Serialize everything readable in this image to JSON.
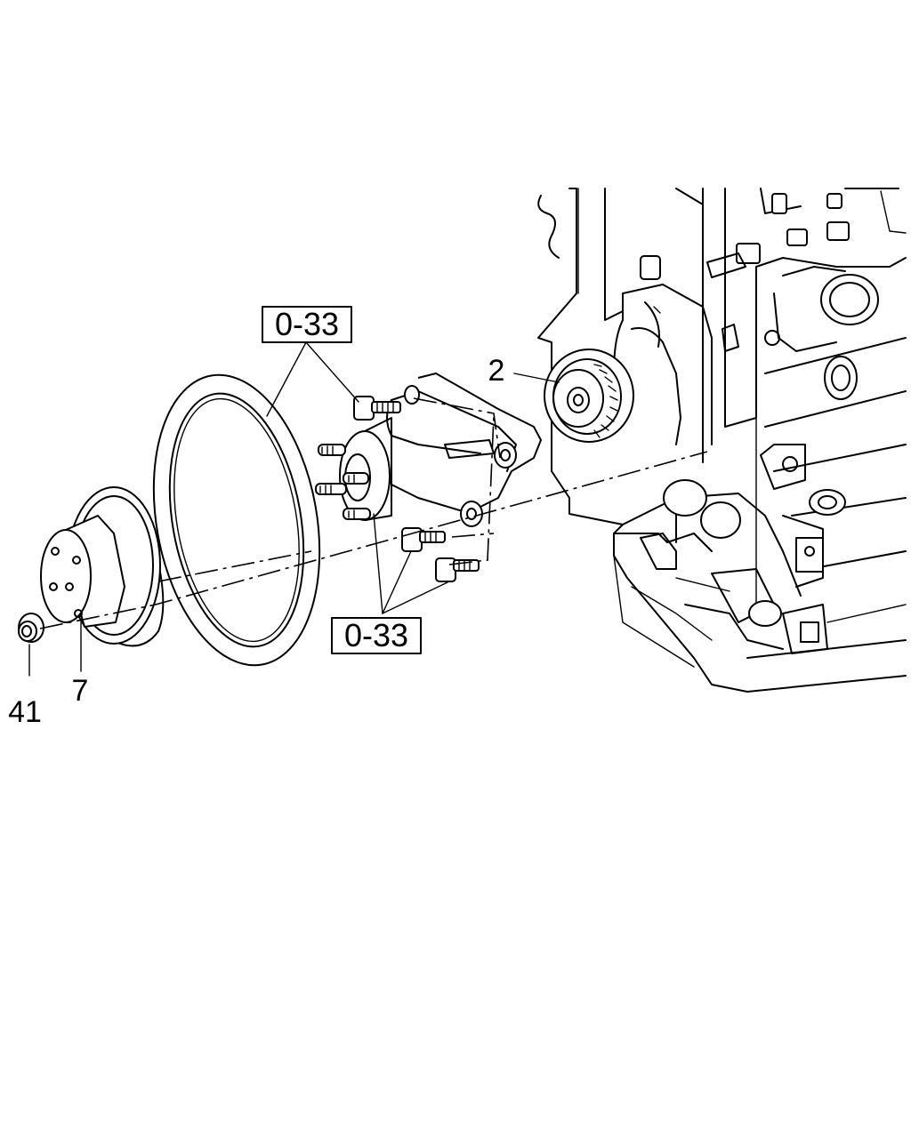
{
  "callouts": [
    {
      "id": "part-2",
      "text": "2"
    },
    {
      "id": "part-7",
      "text": "7"
    },
    {
      "id": "part-41",
      "text": "41"
    }
  ],
  "references": [
    {
      "id": "ref-top",
      "text": "0-33"
    },
    {
      "id": "ref-bottom",
      "text": "0-33"
    }
  ],
  "colors": {
    "line": "#000000",
    "background": "#ffffff"
  }
}
